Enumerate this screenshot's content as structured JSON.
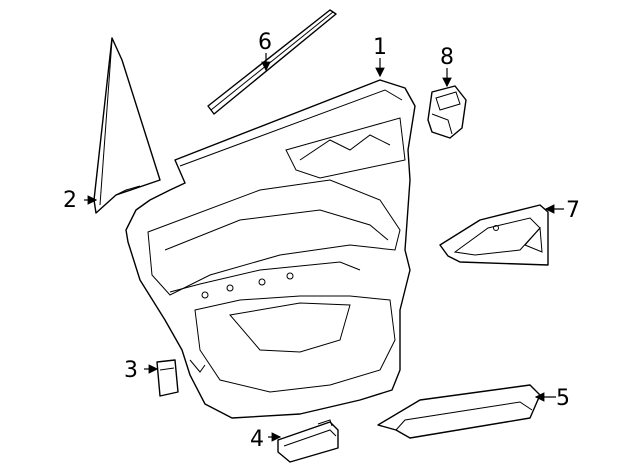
{
  "diagram": {
    "callouts": [
      {
        "id": "1",
        "label": "1",
        "part": "door-trim-panel"
      },
      {
        "id": "2",
        "label": "2",
        "part": "mirror-triangle-cover"
      },
      {
        "id": "3",
        "label": "3",
        "part": "clip-bracket"
      },
      {
        "id": "4",
        "label": "4",
        "part": "module"
      },
      {
        "id": "5",
        "label": "5",
        "part": "armrest-pad"
      },
      {
        "id": "6",
        "label": "6",
        "part": "belt-weatherstrip"
      },
      {
        "id": "7",
        "label": "7",
        "part": "pull-handle-trim"
      },
      {
        "id": "8",
        "label": "8",
        "part": "window-switch"
      }
    ]
  }
}
